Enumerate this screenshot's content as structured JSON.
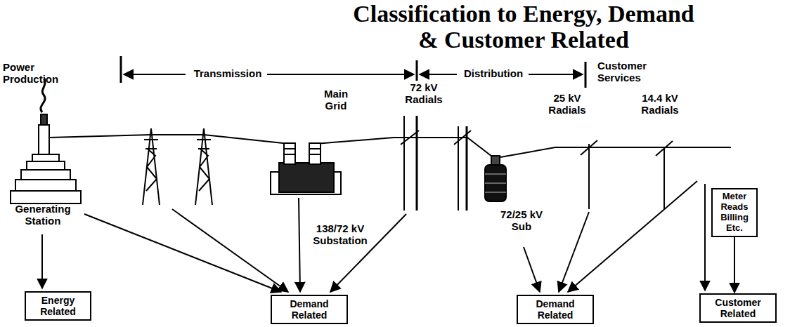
{
  "diagram": {
    "title": "Classification to Energy, Demand & Customer Related",
    "nodes": [
      {
        "text": [
          "Meter Reads Billing Etc."
        ]
      },
      {
        "text": [
          "Energy Related"
        ]
      },
      {
        "text": [
          "Demand Related"
        ]
      },
      {
        "text": [
          "Demand Related"
        ]
      },
      {
        "text": [
          "Customer Related"
        ]
      }
    ],
    "edges": [
      {
        "from": 0,
        "to": 4,
        "arrow": "to"
      }
    ],
    "labels": [
      "Power Production",
      "Transmission",
      "Distribution",
      "Customer Services",
      "Main Grid",
      "72 kV Radials",
      "25 kV Radials",
      "14.4 kV Radials",
      "Generating Station",
      "138/72 kV Substation",
      "72/25 kV Sub"
    ]
  }
}
